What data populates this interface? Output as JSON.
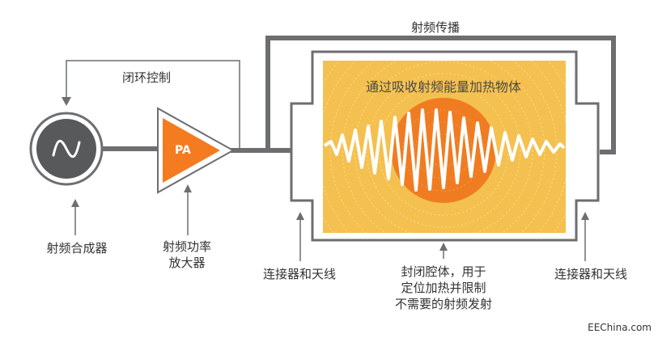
{
  "labels": {
    "rf_propagation": "射频传播",
    "closed_loop": "闭环控制",
    "heating_title": "通过吸收射频能量加热物体",
    "pa": "PA",
    "rf_synth": "射频合成器",
    "rf_amp": "射频功率\n放大器",
    "connector_left": "连接器和天线",
    "cavity_note": "封闭腔体，用于\n定位加热并限制\n不需要的射频发射",
    "connector_right": "连接器和天线",
    "watermark": "EEChina.com"
  },
  "colors": {
    "line": "#6d6e71",
    "synth_dark": "#58595b",
    "pa_orange": "#f47b20",
    "heat_bg": "#f4c04f",
    "heat_ring": "#f8d98a",
    "object_orange": "#f07c22",
    "wave": "#ffffff"
  },
  "icons": {
    "synth": "sine-wave-icon",
    "arrows": "arrow-up-icon"
  }
}
